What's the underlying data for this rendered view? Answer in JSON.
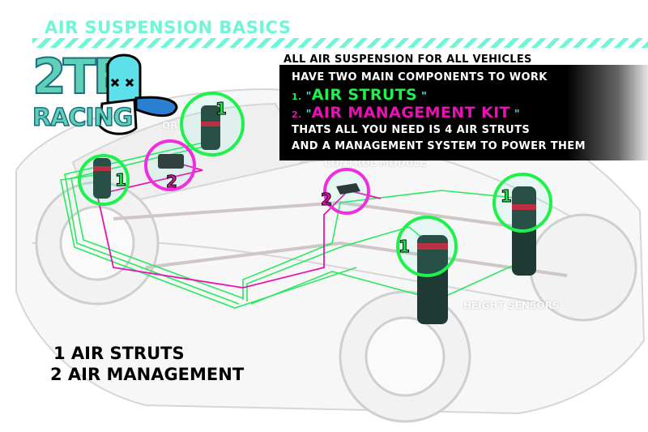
{
  "header": {
    "title": "AIR SUSPENSION BASICS"
  },
  "logo": {
    "line1": "2TB",
    "line2": "RACING"
  },
  "intro": "ALL AIR SUSPENSION FOR ALL VEHICLES",
  "info_box": {
    "line1": "HAVE TWO MAIN COMPONENTS TO WORK",
    "item1_num": "1.",
    "item1_label": "AIR STRUTS",
    "item2_num": "2.",
    "item2_label": "AIR MANAGEMENT KIT",
    "quote": "\"",
    "line4": "THATS ALL YOU NEED IS 4 AIR STRUTS",
    "line5": "AND A MANAGEMENT SYSTEM TO POWER THEM"
  },
  "diagram_labels": {
    "control_module": "CONTROL MODULE",
    "height_sensors": "HEIGHT SENSORS",
    "compressor": "OR"
  },
  "badges": {
    "strut": "1",
    "management": "2"
  },
  "legend": {
    "item1": "1 AIR STRUTS",
    "item2": "2 AIR MANAGEMENT"
  },
  "colors": {
    "teal": "#6ff5d8",
    "green": "#1ef04c",
    "magenta": "#e812b4",
    "cyan": "#4fe7f0"
  }
}
